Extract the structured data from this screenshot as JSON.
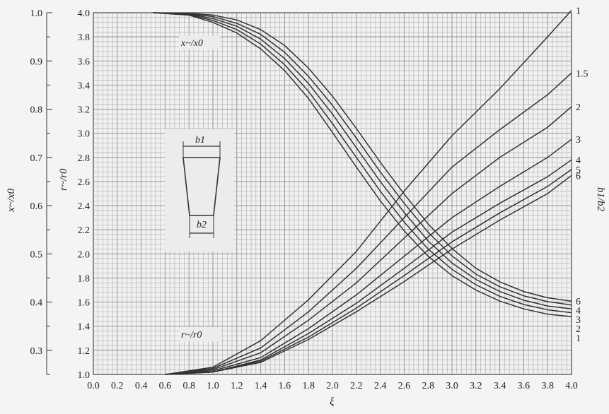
{
  "chart_data": {
    "type": "line",
    "xlabel": "ξ",
    "ylabel_left_outer": "x~/x0",
    "ylabel_left_inner": "r~/r0",
    "ylabel_right": "b1/b2",
    "x_ticks": [
      "0.0",
      "0.2",
      "0.4",
      "0.6",
      "0.8",
      "1.0",
      "1.2",
      "1.4",
      "1.6",
      "1.8",
      "2.0",
      "2.2",
      "2.4",
      "2.6",
      "2.8",
      "3.0",
      "3.2",
      "3.4",
      "3.6",
      "3.8",
      "4.0"
    ],
    "y_ticks_r": [
      "1.0",
      "1.2",
      "1.4",
      "1.6",
      "1.8",
      "2.0",
      "2.2",
      "2.4",
      "2.6",
      "2.8",
      "3.0",
      "3.2",
      "3.4",
      "3.6",
      "3.8",
      "4.0"
    ],
    "y_ticks_x": [
      "0.3",
      "0.4",
      "0.5",
      "0.6",
      "0.7",
      "0.8",
      "0.9",
      "1.0"
    ],
    "xlim": [
      0,
      4
    ],
    "ylim_r": [
      1,
      4
    ],
    "ylim_x": [
      0.25,
      1.0
    ],
    "grid": true,
    "annotations": {
      "x_family_label": "x~/x0",
      "r_family_label": "r~/r0",
      "inset_top": "b1",
      "inset_bottom": "b2"
    },
    "r_series": [
      {
        "name": "1",
        "points": [
          [
            0.6,
            1.0
          ],
          [
            1.0,
            1.06
          ],
          [
            1.4,
            1.28
          ],
          [
            1.8,
            1.62
          ],
          [
            2.2,
            2.02
          ],
          [
            2.6,
            2.52
          ],
          [
            3.0,
            2.98
          ],
          [
            3.4,
            3.37
          ],
          [
            3.8,
            3.8
          ],
          [
            4.0,
            4.02
          ]
        ]
      },
      {
        "name": "1.5",
        "points": [
          [
            0.6,
            1.0
          ],
          [
            1.0,
            1.05
          ],
          [
            1.4,
            1.22
          ],
          [
            1.8,
            1.52
          ],
          [
            2.2,
            1.88
          ],
          [
            2.6,
            2.3
          ],
          [
            3.0,
            2.72
          ],
          [
            3.4,
            3.03
          ],
          [
            3.8,
            3.32
          ],
          [
            4.0,
            3.5
          ]
        ]
      },
      {
        "name": "2",
        "points": [
          [
            0.6,
            1.0
          ],
          [
            1.0,
            1.04
          ],
          [
            1.4,
            1.18
          ],
          [
            1.8,
            1.45
          ],
          [
            2.2,
            1.76
          ],
          [
            2.6,
            2.13
          ],
          [
            3.0,
            2.5
          ],
          [
            3.4,
            2.8
          ],
          [
            3.8,
            3.05
          ],
          [
            4.0,
            3.22
          ]
        ]
      },
      {
        "name": "3",
        "points": [
          [
            0.6,
            1.0
          ],
          [
            1.0,
            1.03
          ],
          [
            1.4,
            1.14
          ],
          [
            1.8,
            1.38
          ],
          [
            2.2,
            1.66
          ],
          [
            2.6,
            1.98
          ],
          [
            3.0,
            2.3
          ],
          [
            3.4,
            2.56
          ],
          [
            3.8,
            2.8
          ],
          [
            4.0,
            2.95
          ]
        ]
      },
      {
        "name": "4",
        "points": [
          [
            0.6,
            1.0
          ],
          [
            1.0,
            1.02
          ],
          [
            1.4,
            1.12
          ],
          [
            1.8,
            1.34
          ],
          [
            2.2,
            1.59
          ],
          [
            2.6,
            1.88
          ],
          [
            3.0,
            2.18
          ],
          [
            3.4,
            2.42
          ],
          [
            3.8,
            2.64
          ],
          [
            4.0,
            2.78
          ]
        ]
      },
      {
        "name": "5",
        "points": [
          [
            0.6,
            1.0
          ],
          [
            1.0,
            1.02
          ],
          [
            1.4,
            1.11
          ],
          [
            1.8,
            1.31
          ],
          [
            2.2,
            1.55
          ],
          [
            2.6,
            1.82
          ],
          [
            3.0,
            2.1
          ],
          [
            3.4,
            2.34
          ],
          [
            3.8,
            2.56
          ],
          [
            4.0,
            2.7
          ]
        ]
      },
      {
        "name": "6",
        "points": [
          [
            0.6,
            1.0
          ],
          [
            1.0,
            1.02
          ],
          [
            1.4,
            1.1
          ],
          [
            1.8,
            1.29
          ],
          [
            2.2,
            1.52
          ],
          [
            2.6,
            1.77
          ],
          [
            3.0,
            2.04
          ],
          [
            3.4,
            2.28
          ],
          [
            3.8,
            2.5
          ],
          [
            4.0,
            2.65
          ]
        ]
      }
    ],
    "x_series": [
      {
        "name": "1",
        "points": [
          [
            0.5,
            1.0
          ],
          [
            0.8,
            0.995
          ],
          [
            1.0,
            0.98
          ],
          [
            1.2,
            0.958
          ],
          [
            1.4,
            0.925
          ],
          [
            1.6,
            0.88
          ],
          [
            1.8,
            0.822
          ],
          [
            2.0,
            0.752
          ],
          [
            2.2,
            0.68
          ],
          [
            2.4,
            0.61
          ],
          [
            2.6,
            0.548
          ],
          [
            2.8,
            0.495
          ],
          [
            3.0,
            0.455
          ],
          [
            3.2,
            0.425
          ],
          [
            3.4,
            0.402
          ],
          [
            3.6,
            0.386
          ],
          [
            3.8,
            0.375
          ],
          [
            4.0,
            0.37
          ]
        ]
      },
      {
        "name": "2",
        "points": [
          [
            0.5,
            1.0
          ],
          [
            0.8,
            0.996
          ],
          [
            1.0,
            0.984
          ],
          [
            1.2,
            0.965
          ],
          [
            1.4,
            0.935
          ],
          [
            1.6,
            0.892
          ],
          [
            1.8,
            0.837
          ],
          [
            2.0,
            0.77
          ],
          [
            2.2,
            0.7
          ],
          [
            2.4,
            0.63
          ],
          [
            2.6,
            0.566
          ],
          [
            2.8,
            0.51
          ],
          [
            3.0,
            0.468
          ],
          [
            3.2,
            0.436
          ],
          [
            3.4,
            0.412
          ],
          [
            3.6,
            0.395
          ],
          [
            3.8,
            0.384
          ],
          [
            4.0,
            0.378
          ]
        ]
      },
      {
        "name": "3",
        "points": [
          [
            0.5,
            1.0
          ],
          [
            0.8,
            0.997
          ],
          [
            1.0,
            0.988
          ],
          [
            1.2,
            0.972
          ],
          [
            1.4,
            0.945
          ],
          [
            1.6,
            0.905
          ],
          [
            1.8,
            0.853
          ],
          [
            2.0,
            0.79
          ],
          [
            2.2,
            0.72
          ],
          [
            2.4,
            0.65
          ],
          [
            2.6,
            0.586
          ],
          [
            2.8,
            0.527
          ],
          [
            3.0,
            0.481
          ],
          [
            3.2,
            0.447
          ],
          [
            3.4,
            0.422
          ],
          [
            3.6,
            0.404
          ],
          [
            3.8,
            0.392
          ],
          [
            4.0,
            0.386
          ]
        ]
      },
      {
        "name": "4",
        "points": [
          [
            0.5,
            1.0
          ],
          [
            0.8,
            0.998
          ],
          [
            1.0,
            0.992
          ],
          [
            1.2,
            0.978
          ],
          [
            1.4,
            0.955
          ],
          [
            1.6,
            0.918
          ],
          [
            1.8,
            0.868
          ],
          [
            2.0,
            0.808
          ],
          [
            2.2,
            0.74
          ],
          [
            2.4,
            0.67
          ],
          [
            2.6,
            0.605
          ],
          [
            2.8,
            0.545
          ],
          [
            3.0,
            0.496
          ],
          [
            3.2,
            0.458
          ],
          [
            3.4,
            0.432
          ],
          [
            3.6,
            0.413
          ],
          [
            3.8,
            0.401
          ],
          [
            4.0,
            0.394
          ]
        ]
      },
      {
        "name": "6",
        "points": [
          [
            0.5,
            1.0
          ],
          [
            0.8,
            0.999
          ],
          [
            1.0,
            0.995
          ],
          [
            1.2,
            0.985
          ],
          [
            1.4,
            0.965
          ],
          [
            1.6,
            0.932
          ],
          [
            1.8,
            0.885
          ],
          [
            2.0,
            0.827
          ],
          [
            2.2,
            0.76
          ],
          [
            2.4,
            0.69
          ],
          [
            2.6,
            0.624
          ],
          [
            2.8,
            0.562
          ],
          [
            3.0,
            0.511
          ],
          [
            3.2,
            0.47
          ],
          [
            3.4,
            0.442
          ],
          [
            3.6,
            0.422
          ],
          [
            3.8,
            0.409
          ],
          [
            4.0,
            0.402
          ]
        ]
      }
    ],
    "right_labels_r": [
      "1",
      "1.5",
      "2",
      "3",
      "4",
      "5",
      "6"
    ],
    "right_labels_x": [
      "6",
      "4",
      "3",
      "2",
      "1"
    ]
  }
}
